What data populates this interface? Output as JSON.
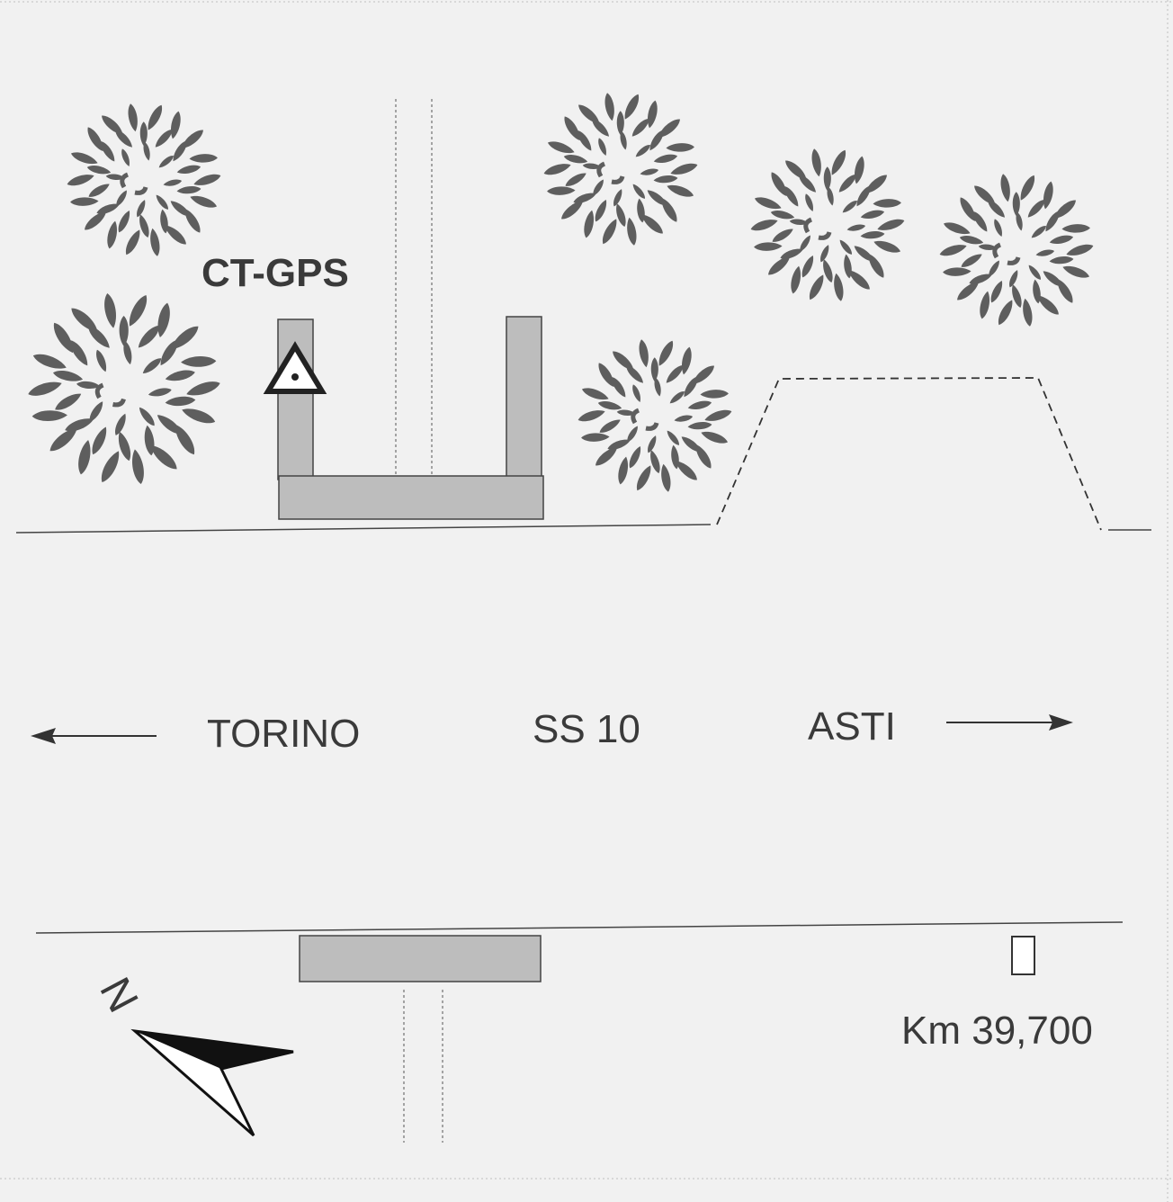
{
  "station": {
    "label": "CT-GPS",
    "marker_icon": "survey-point-triangle-icon"
  },
  "road": {
    "name": "SS 10",
    "west_destination": "TORINO",
    "east_destination": "ASTI"
  },
  "kilometer_marker": "Km 39,700",
  "north_arrow": {
    "label": "N",
    "icon": "north-arrow-icon"
  },
  "colors": {
    "building_fill": "#bdbdbd",
    "tree_fill": "#5e5e5e",
    "line": "#444444",
    "background": "#f1f1f1"
  }
}
